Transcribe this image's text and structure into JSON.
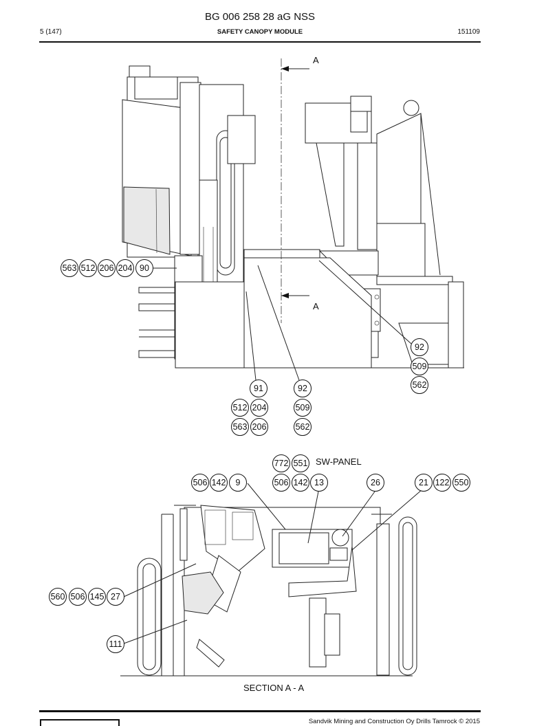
{
  "header": {
    "doc_title": "BG 006 258 28 aG NSS",
    "page_number": "5 (147)",
    "module_title": "SAFETY CANOPY MODULE",
    "date": "151109"
  },
  "labels": {
    "section_marker_top": "A",
    "section_marker_bottom": "A",
    "sw_panel": "SW-PANEL",
    "section_caption": "SECTION A - A"
  },
  "callouts": {
    "c563a": "563",
    "c512a": "512",
    "c206a": "206",
    "c204a": "204",
    "c90": "90",
    "c92r": "92",
    "c509r": "509",
    "c562r": "562",
    "c91": "91",
    "c92m": "92",
    "c512b": "512",
    "c204b": "204",
    "c509m": "509",
    "c563b": "563",
    "c206b": "206",
    "c562m": "562",
    "c772": "772",
    "c551": "551",
    "c506a": "506",
    "c142a": "142",
    "c9": "9",
    "c506b": "506",
    "c142b": "142",
    "c13": "13",
    "c26": "26",
    "c21": "21",
    "c122": "122",
    "c550": "550",
    "c560": "560",
    "c506c": "506",
    "c145": "145",
    "c27": "27",
    "c111": "111"
  },
  "footer": {
    "copyright": "Sandvik Mining and Construction Oy Drills Tamrock © 2015"
  }
}
